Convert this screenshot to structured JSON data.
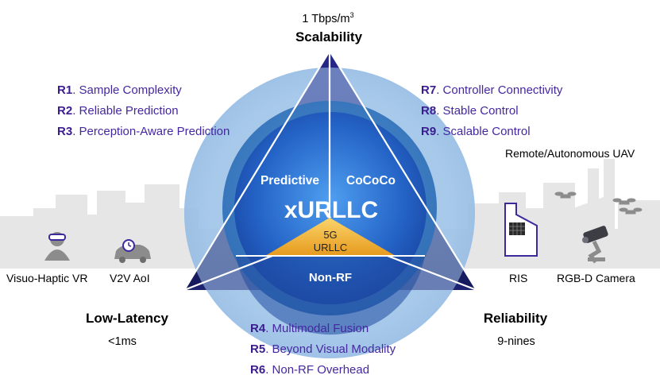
{
  "top": {
    "metric_main": "1 Tbps/m",
    "metric_sup": "3",
    "title": "Scalability"
  },
  "left": {
    "title": "Low-Latency",
    "metric": "<1ms"
  },
  "right": {
    "title": "Reliability",
    "metric": "9-nines"
  },
  "requirements_left": [
    {
      "code": "R1",
      "sep": ". ",
      "text": "Sample Complexity"
    },
    {
      "code": "R2",
      "sep": ". ",
      "text": "Reliable Prediction"
    },
    {
      "code": "R3",
      "sep": ". ",
      "text": "Perception-Aware Prediction"
    }
  ],
  "requirements_right": [
    {
      "code": "R7",
      "sep": ". ",
      "text": "Controller Connectivity"
    },
    {
      "code": "R8",
      "sep": ". ",
      "text": "Stable Control"
    },
    {
      "code": "R9",
      "sep": ". ",
      "text": "Scalable Control"
    }
  ],
  "requirements_bottom": [
    {
      "code": "R4",
      "sep": ". ",
      "text": "Multimodal Fusion"
    },
    {
      "code": "R5",
      "sep": ". ",
      "text": "Beyond Visual Modality"
    },
    {
      "code": "R6",
      "sep": ". ",
      "text": "Non-RF Overhead"
    }
  ],
  "center": {
    "predictive": "Predictive",
    "cococo": "CoCoCo",
    "main": "xURLLC",
    "core_line1": "5G",
    "core_line2": "URLLC",
    "non_rf": "Non-RF"
  },
  "use_cases": {
    "visuo_haptic": "Visuo-Haptic VR",
    "v2v": "V2V AoI",
    "ris": "RIS",
    "rgbd": "RGB-D Camera",
    "uav": "Remote/Autonomous UAV"
  },
  "colors": {
    "req_code": "#3a1c8f",
    "req_text": "#4527a0",
    "triangle_dark": "#1c1f6e",
    "sphere_outer": "#9ec3e6",
    "core_gold": "#f3b43a",
    "skyline": "#e6e6e6",
    "icon_gray": "#8c8c8c"
  },
  "icons": [
    "vr-headset-user-icon",
    "car-clock-icon",
    "ris-panel-icon",
    "rgbd-camera-robot-icon",
    "drone-icon"
  ]
}
